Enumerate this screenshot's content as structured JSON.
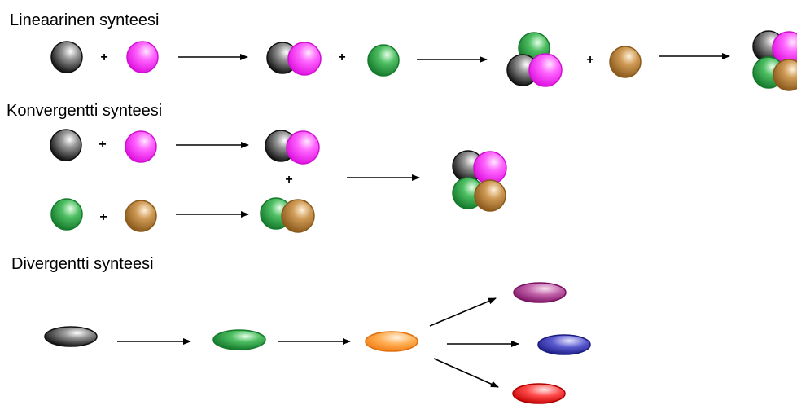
{
  "sections": [
    {
      "id": "linear",
      "title": "Lineaarinen synteesi"
    },
    {
      "id": "convergent",
      "title": "Konvergentti synteesi"
    },
    {
      "id": "divergent",
      "title": "Divergentti synteesi"
    }
  ],
  "plus_symbol": "+",
  "colors": {
    "black": "#1a1a1a",
    "magenta": "#ff2bff",
    "green": "#1f9a3c",
    "brown": "#b07a2c",
    "orange": "#ff9a2a",
    "purple": "#a0207a",
    "blue": "#2a2aa0",
    "red": "#f01010",
    "arrow": "#000000"
  }
}
